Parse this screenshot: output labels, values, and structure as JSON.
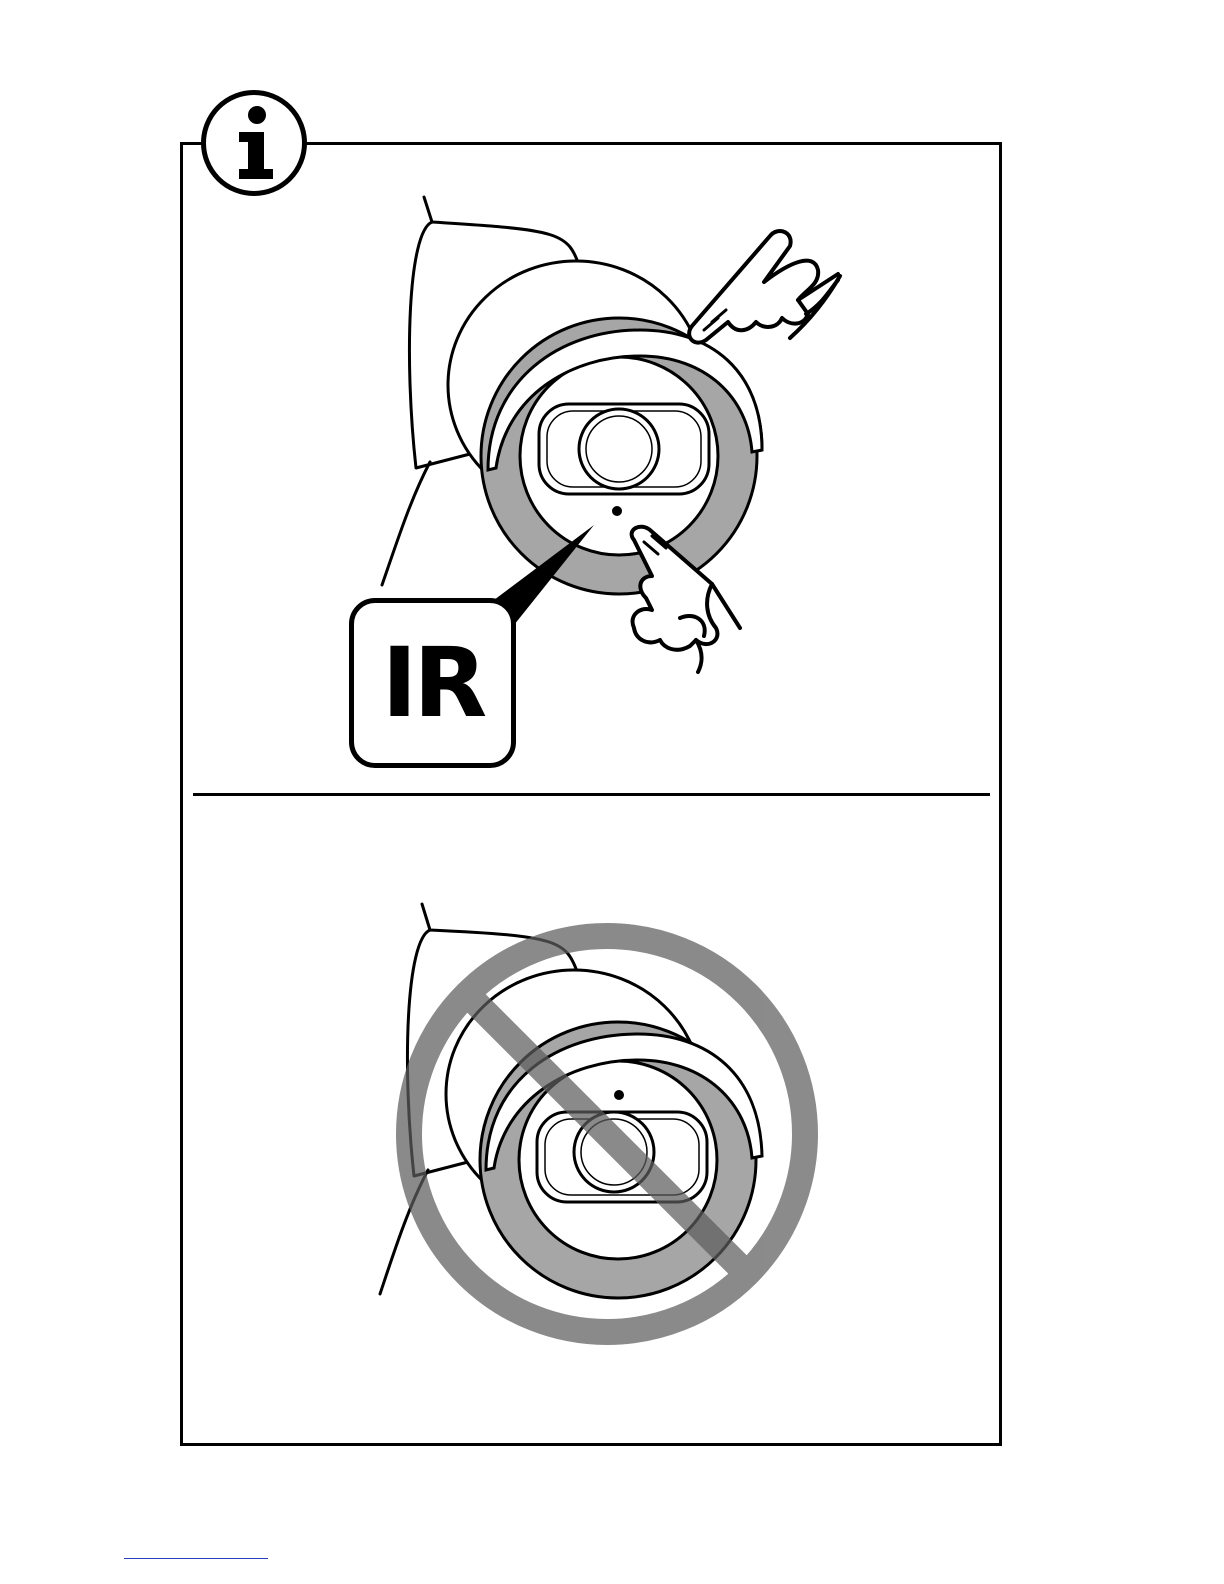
{
  "panels": [
    {
      "ir_label": "IR",
      "status": "correct"
    },
    {
      "status": "prohibited"
    }
  ],
  "info_icon": "info-icon",
  "prohibited_icon": "prohibited-icon",
  "colors": {
    "line": "#000000",
    "ring_fill": "#a6a6a6",
    "prohibited": "#7a7a7a"
  }
}
